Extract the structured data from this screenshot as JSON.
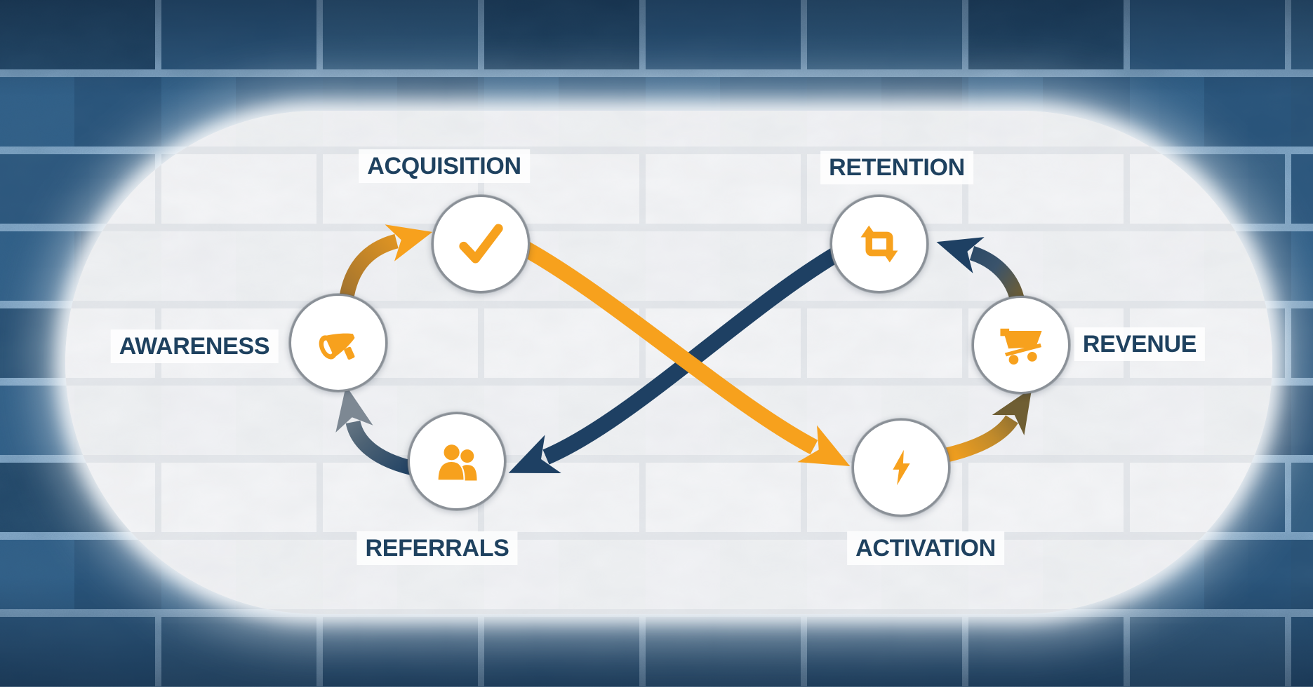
{
  "diagram": {
    "type": "infinity-loop-flow",
    "nodes": [
      {
        "id": "awareness",
        "label": "AWARENESS",
        "icon": "megaphone-icon"
      },
      {
        "id": "acquisition",
        "label": "ACQUISITION",
        "icon": "check-icon"
      },
      {
        "id": "referrals",
        "label": "REFERRALS",
        "icon": "people-icon"
      },
      {
        "id": "retention",
        "label": "RETENTION",
        "icon": "repeat-icon"
      },
      {
        "id": "revenue",
        "label": "REVENUE",
        "icon": "cart-icon"
      },
      {
        "id": "activation",
        "label": "ACTIVATION",
        "icon": "lightning-icon"
      }
    ],
    "flows": [
      {
        "from": "AWARENESS",
        "to": "ACQUISITION"
      },
      {
        "from": "ACQUISITION",
        "to": "ACTIVATION"
      },
      {
        "from": "ACTIVATION",
        "to": "REVENUE"
      },
      {
        "from": "REVENUE",
        "to": "RETENTION"
      },
      {
        "from": "RETENTION",
        "to": "REFERRALS"
      },
      {
        "from": "REFERRALS",
        "to": "AWARENESS"
      }
    ],
    "colors": {
      "orange": "#F7A11D",
      "navy": "#1E4063",
      "gold_tail": "#9C7030",
      "olive_tip": "#6F5E33",
      "gray_tip": "#7D8893",
      "label_text": "#1E415F",
      "wall_blue": "#2E6193",
      "panel_white": "#F2F3F5"
    }
  }
}
